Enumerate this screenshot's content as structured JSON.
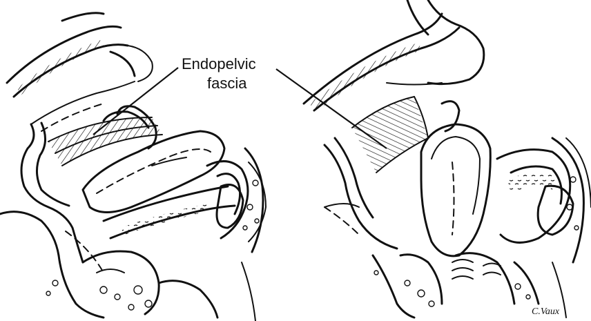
{
  "figure": {
    "label_line1": "Endopelvic",
    "label_line2": "fascia",
    "signature": "C.Vaux"
  },
  "colors": {
    "ink": "#111111",
    "background": "#ffffff"
  }
}
